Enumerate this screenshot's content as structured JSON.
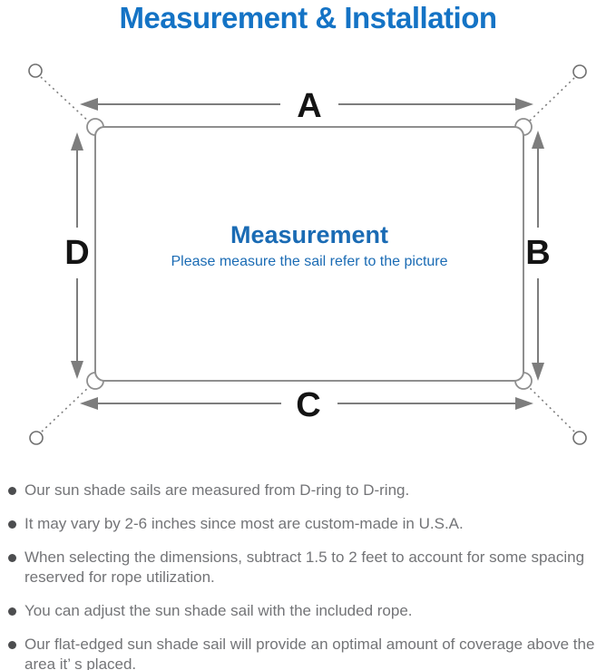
{
  "title": "Measurement & Installation",
  "diagram": {
    "side_labels": {
      "top": "A",
      "right": "B",
      "bottom": "C",
      "left": "D"
    },
    "center_heading": "Measurement",
    "center_subtitle": "Please measure the sail refer to the picture"
  },
  "colors": {
    "title_blue": "#1473c5",
    "center_text_blue": "#1a6bb4",
    "line_gray": "#7d7d7d",
    "sail_outline_gray": "#8f8f8f",
    "note_text_gray": "#737477",
    "label_black": "#141414"
  },
  "notes": {
    "bullets": [
      "Our sun shade sails are measured from D-ring to D-ring.",
      "It may vary by 2-6 inches since most are custom-made in U.S.A.",
      "When selecting the dimensions, subtract 1.5 to 2 feet to account for some spacing reserved for rope utilization.",
      "You can adjust the sun shade sail with the included rope.",
      "Our flat-edged sun shade sail will provide an optimal amount of coverage above the area it’ s placed."
    ]
  }
}
